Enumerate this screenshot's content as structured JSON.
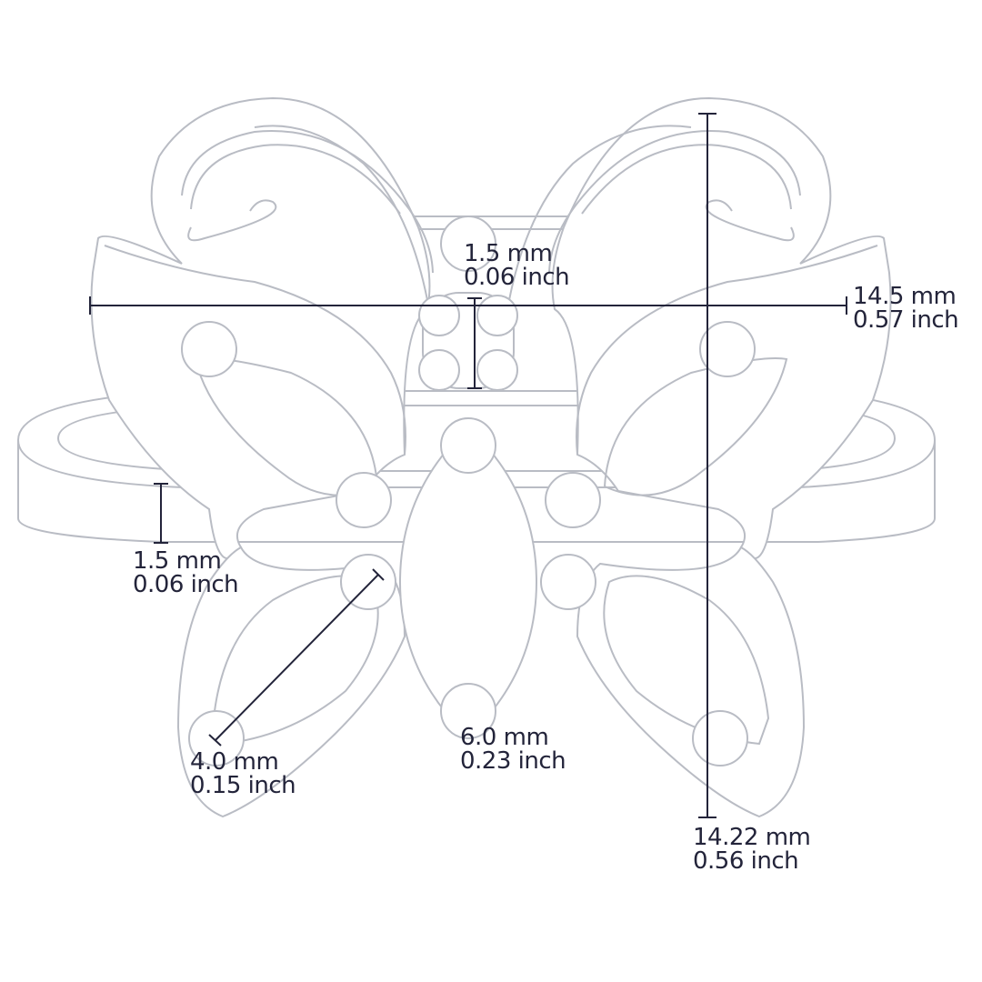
{
  "colors": {
    "outline": "#b9bcc4",
    "dimension": "#23243a",
    "background": "#ffffff"
  },
  "dimensions": {
    "width": {
      "mm": "14.5 mm",
      "inch": "0.57 inch"
    },
    "height": {
      "mm": "14.22 mm",
      "inch": "0.56 inch"
    },
    "center_gem": {
      "mm": "1.5 mm",
      "inch": "0.06 inch"
    },
    "band_thickness": {
      "mm": "1.5 mm",
      "inch": "0.06 inch"
    },
    "side_gem": {
      "mm": "4.0 mm",
      "inch": "0.15 inch"
    },
    "body_stone": {
      "mm": "6.0 mm",
      "inch": "0.23 inch"
    }
  }
}
